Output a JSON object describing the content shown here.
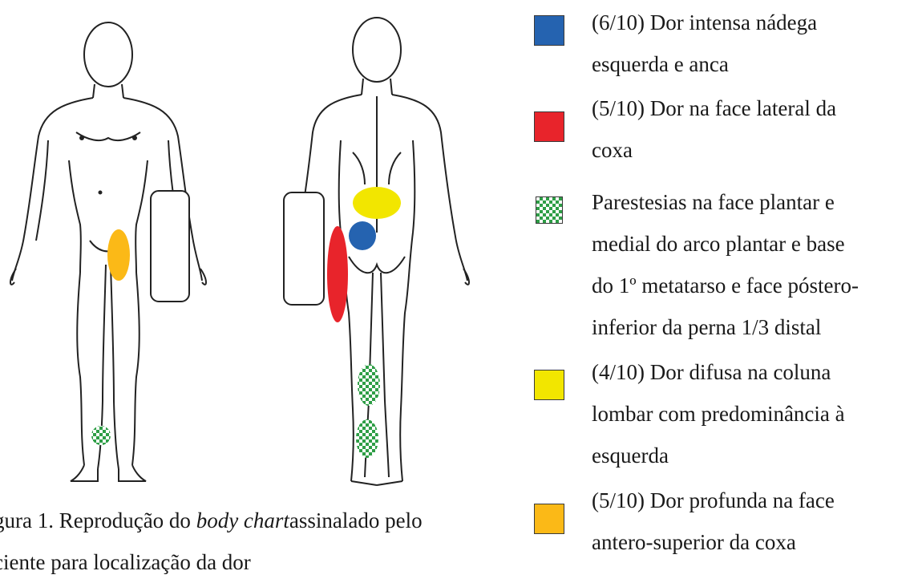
{
  "figure": {
    "caption_prefix": "gura 1. Reprodução do ",
    "caption_italic": "body chart",
    "caption_suffix": "assinalado pelo",
    "caption_line2": "ciente para localização da dor"
  },
  "legend": {
    "items": [
      {
        "color": "#2563b0",
        "pattern": "solid",
        "lines": [
          "(6/10) Dor intensa nádega",
          "esquerda e anca"
        ]
      },
      {
        "color": "#e8242b",
        "pattern": "solid",
        "lines": [
          "(5/10) Dor na face lateral da",
          "coxa"
        ]
      },
      {
        "color": "#2e9e46",
        "pattern": "checker",
        "lines": [
          "Parestesias na face plantar e",
          "medial do arco plantar e base",
          "do 1º metatarso e face póstero-",
          "inferior da perna 1/3 distal"
        ]
      },
      {
        "color": "#f2e600",
        "pattern": "solid",
        "lines": [
          "(4/10) Dor difusa na coluna",
          "lombar com predominância à",
          "esquerda"
        ]
      },
      {
        "color": "#fbb917",
        "pattern": "solid",
        "lines": [
          "(5/10) Dor profunda na face",
          "antero-superior da coxa"
        ]
      }
    ]
  }
}
